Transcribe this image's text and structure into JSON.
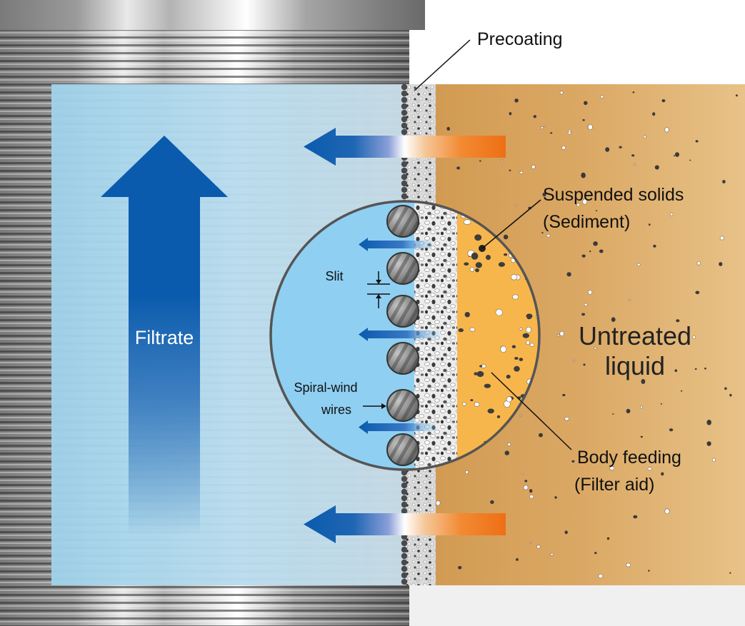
{
  "labels": {
    "precoating": "Precoating",
    "suspended_solids": "Suspended solids",
    "sediment": "(Sediment)",
    "untreated_line1": "Untreated",
    "untreated_line2": "liquid",
    "body_feeding": "Body feeding",
    "filter_aid": "(Filter aid)",
    "slit": "Slit",
    "spiral_line1": "Spiral-wind",
    "spiral_line2": "wires",
    "filtrate": "Filtrate"
  },
  "colors": {
    "filtrate_blue": "#0a5bad",
    "inlet_orange": "#f07a1e",
    "screen_gray": "#909090",
    "liquid_tan": "#d9a45c",
    "liquid_light": "#e6bd7f",
    "filtrate_water": "#a9d4ea",
    "magnified_water": "#8fcff2",
    "filter_aid_orange": "#f7b64c"
  }
}
